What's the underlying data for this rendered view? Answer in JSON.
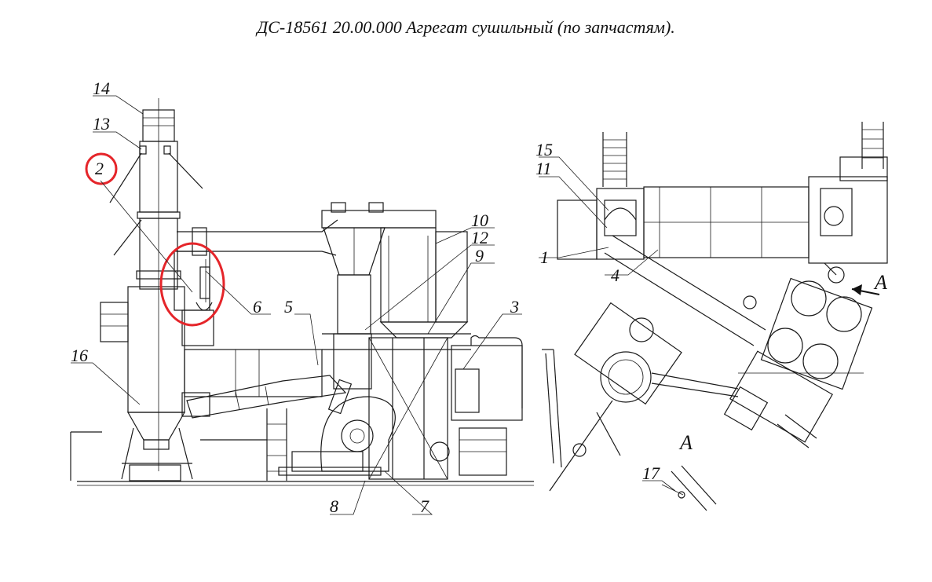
{
  "title": "ДС-18561 20.00.000  Агрегат сушильный (по запчастям).",
  "callouts": {
    "c14": "14",
    "c13": "13",
    "c2": "2",
    "c16": "16",
    "c6": "6",
    "c5": "5",
    "c10": "10",
    "c12": "12",
    "c9": "9",
    "c3": "3",
    "c8": "8",
    "c7": "7",
    "c15": "15",
    "c11": "11",
    "c1": "1",
    "c4": "4",
    "c17": "17"
  },
  "view_labels": {
    "arrow_a": "A",
    "view_a": "A"
  },
  "colors": {
    "highlight": "#e5252a",
    "line": "#1a1a1a",
    "background": "#ffffff"
  }
}
